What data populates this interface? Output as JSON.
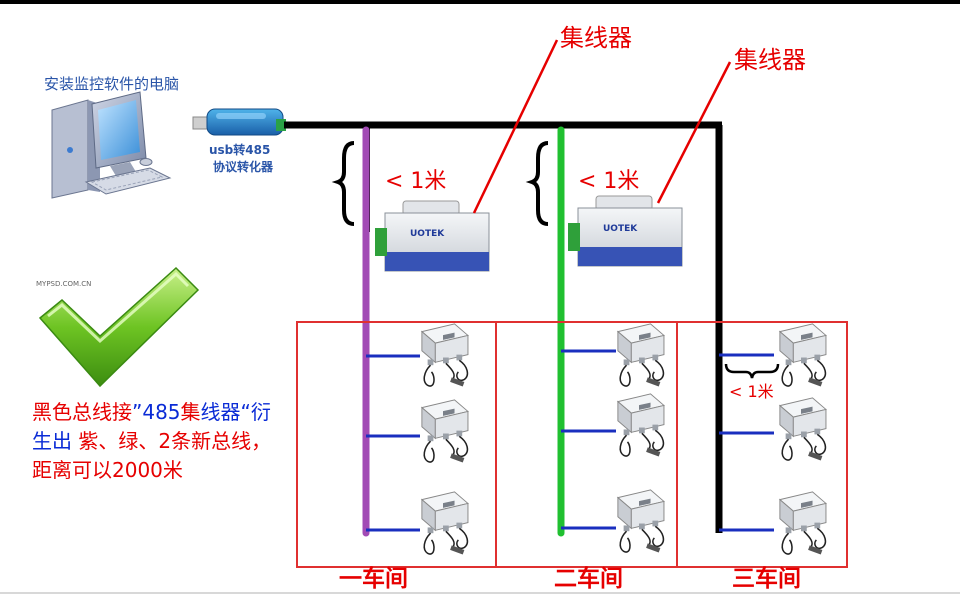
{
  "pc": {
    "label": "安装监控软件的电脑",
    "converter_line1": "usb转485",
    "converter_line2": "协议转化器"
  },
  "hubs": [
    {
      "label": "集线器",
      "distance": "< 1米",
      "brand": "UOTEK",
      "bus_color": "#a24bb5"
    },
    {
      "label": "集线器",
      "distance": "< 1米",
      "brand": "UOTEK",
      "bus_color": "#20c030"
    }
  ],
  "main_bus_color": "#000000",
  "workshops": [
    {
      "label": "一车间"
    },
    {
      "label": "二车间"
    },
    {
      "label": "三车间",
      "distance": "< 1米"
    }
  ],
  "checkmark": {
    "watermark": "MYPSD.COM.CN"
  },
  "caption": {
    "p1": "黑色",
    "p2": "总线接",
    "p3": "”485",
    "p4": "集",
    "p5": "线器“衍生出",
    "p6": " 紫、绿、2条新总线，距离可以2000米"
  },
  "colors": {
    "annotation": "#e60000",
    "branch": "#1a2fbf",
    "box": "#e03030"
  }
}
